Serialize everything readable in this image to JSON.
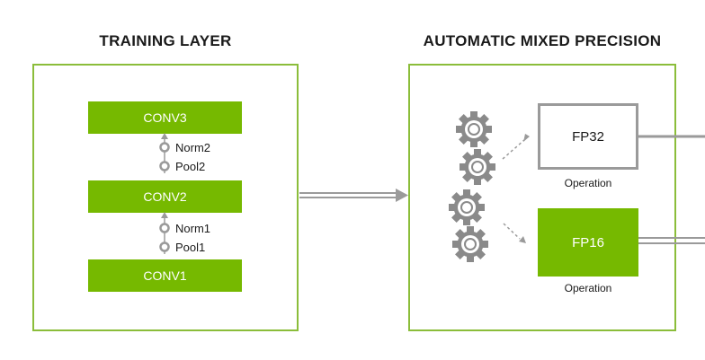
{
  "left_panel": {
    "title": "TRAINING LAYER",
    "layers": {
      "conv3": "CONV3",
      "conv2": "CONV2",
      "conv1": "CONV1"
    },
    "ops": {
      "norm2": "Norm2",
      "pool2": "Pool2",
      "norm1": "Norm1",
      "pool1": "Pool1"
    }
  },
  "right_panel": {
    "title": "AUTOMATIC MIXED PRECISION",
    "fp32": {
      "label": "FP32",
      "caption": "Operation"
    },
    "fp16": {
      "label": "FP16",
      "caption": "Operation"
    }
  },
  "colors": {
    "accent_green": "#76b900",
    "panel_border": "#8bbd3a",
    "gear_gray": "#8a8a8a",
    "arrow_gray": "#9a9a9a"
  },
  "icons": [
    "gear-icon",
    "arrow-icon"
  ]
}
